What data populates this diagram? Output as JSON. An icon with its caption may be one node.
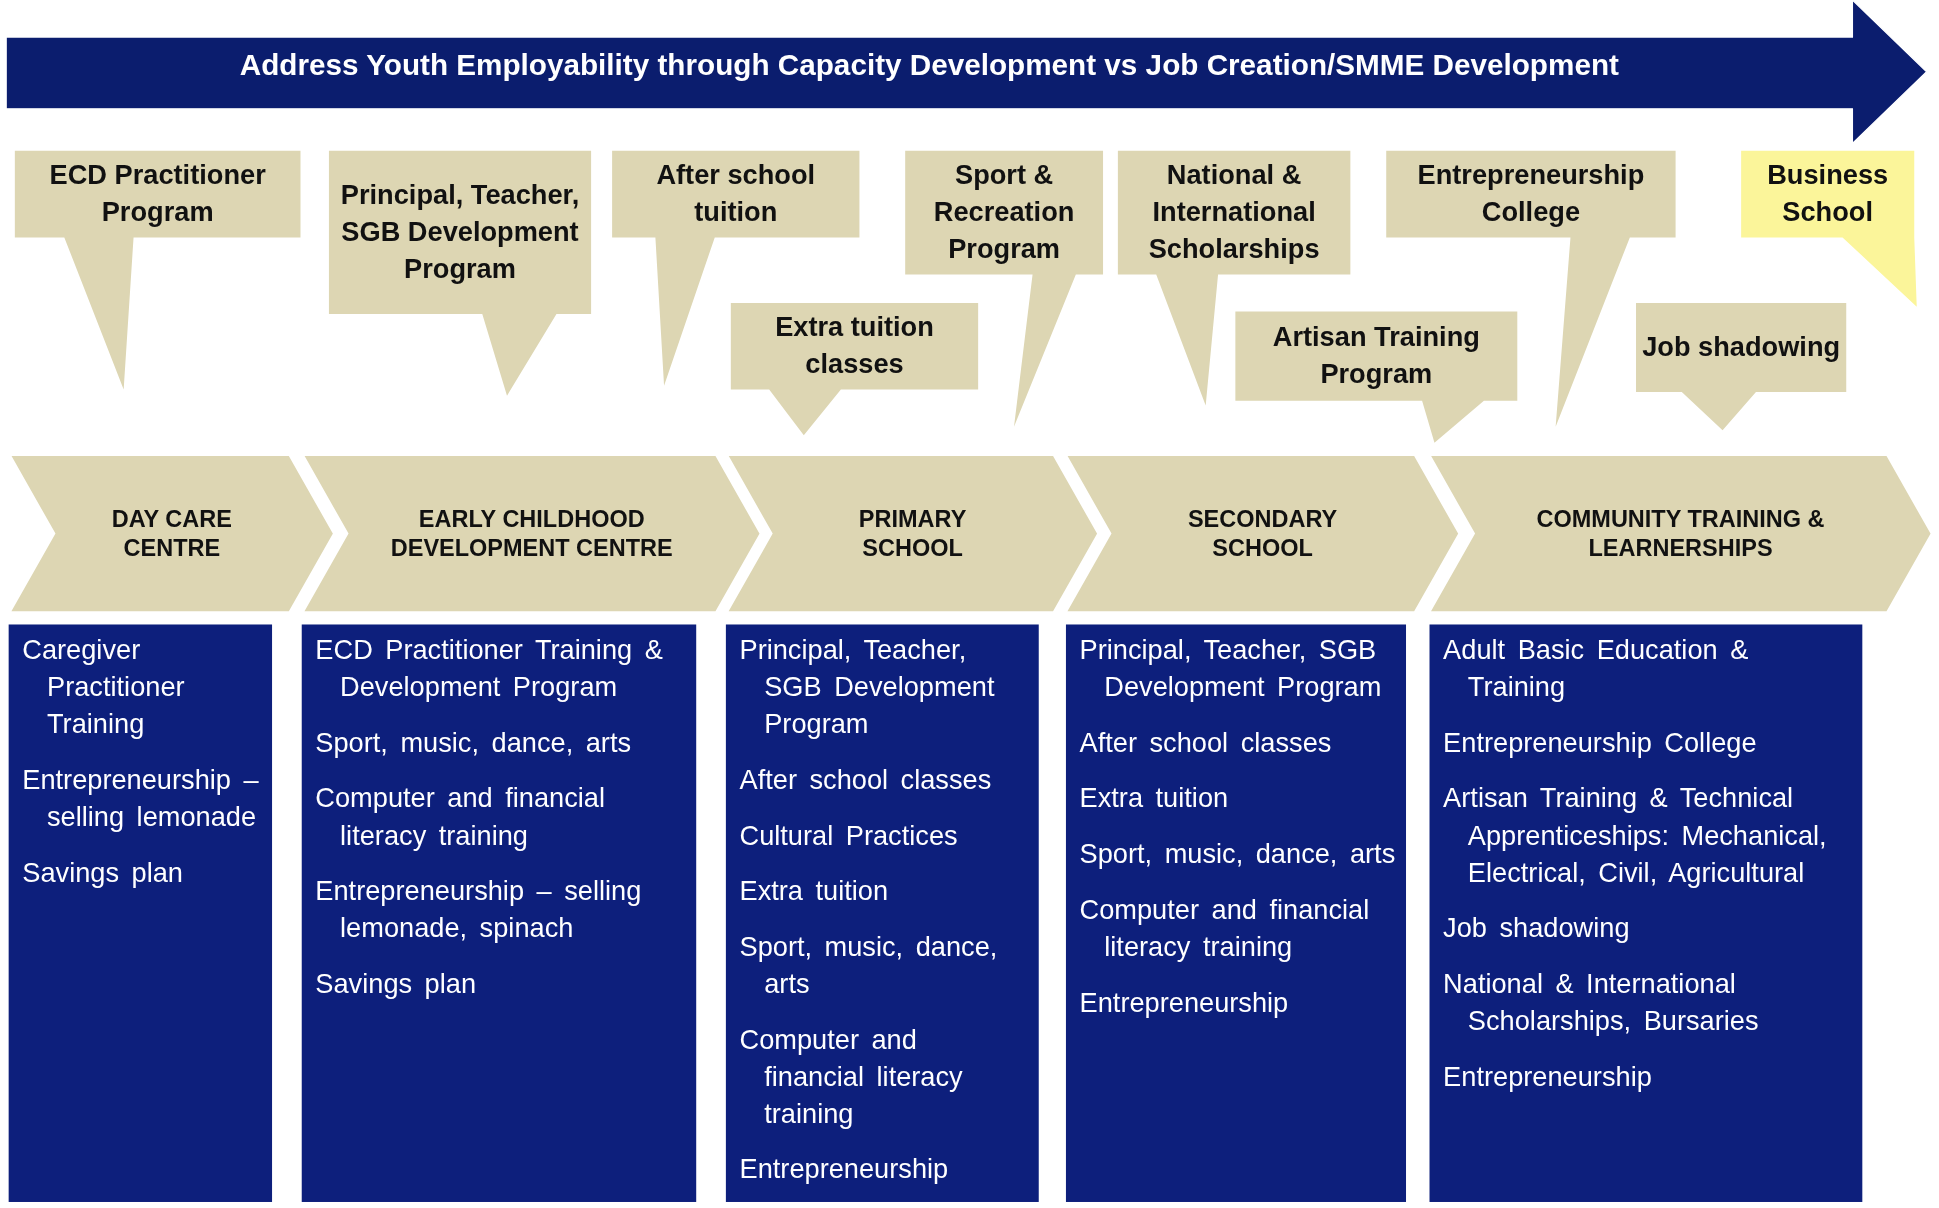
{
  "diagram": {
    "nodes": [
      {
        "text": [
          "Address Youth Employability through Capacity Development vs Job Creation/SMME Development"
        ]
      },
      {
        "text": [
          "ECD Practitioner Program"
        ]
      },
      {
        "text": [
          "Principal, Teacher, SGB Development Program"
        ]
      },
      {
        "text": [
          "After school tuition"
        ]
      },
      {
        "text": [
          "Extra tuition classes"
        ]
      },
      {
        "text": [
          "Sport & Recreation Program"
        ]
      },
      {
        "text": [
          "National & International Scholarships"
        ]
      },
      {
        "text": [
          "Artisan Training Program"
        ]
      },
      {
        "text": [
          "Entrepreneurship College"
        ]
      },
      {
        "text": [
          "Job shadowing"
        ]
      },
      {
        "text": [
          "Business School"
        ]
      },
      {
        "text": [
          "DAY CARE CENTRE"
        ]
      },
      {
        "text": [
          "EARLY CHILDHOOD DEVELOPMENT CENTRE"
        ]
      },
      {
        "text": [
          "PRIMARY SCHOOL"
        ]
      },
      {
        "text": [
          "SECONDARY SCHOOL"
        ]
      },
      {
        "text": [
          "COMMUNITY TRAINING & LEARNERSHIPS"
        ]
      },
      {
        "text": [
          "Caregiver Practitioner Training",
          "Entrepreneurship – selling lemonade",
          "Savings plan"
        ]
      },
      {
        "text": [
          "ECD Practitioner Training & Development Program",
          "Sport, music, dance, arts",
          "Computer and financial literacy training",
          "Entrepreneurship – selling lemonade, spinach",
          "Savings plan"
        ]
      },
      {
        "text": [
          "Principal, Teacher, SGB Development Program",
          "After school classes",
          "Cultural Practices",
          "Extra tuition",
          "Sport, music, dance, arts",
          "Computer and financial literacy training",
          "Entrepreneurship"
        ]
      },
      {
        "text": [
          "Principal, Teacher, SGB Development Program",
          "After school classes",
          "Extra tuition",
          "Sport, music, dance, arts",
          "Computer and financial literacy training",
          "Entrepreneurship"
        ]
      },
      {
        "text": [
          "Adult Basic Education & Training",
          "Entrepreneurship College",
          "Artisan Training & Technical Apprenticeships: Mechanical, Electrical, Civil, Agricultural",
          "Job shadowing",
          "National & International Scholarships, Bursaries",
          "Entrepreneurship"
        ]
      }
    ]
  }
}
